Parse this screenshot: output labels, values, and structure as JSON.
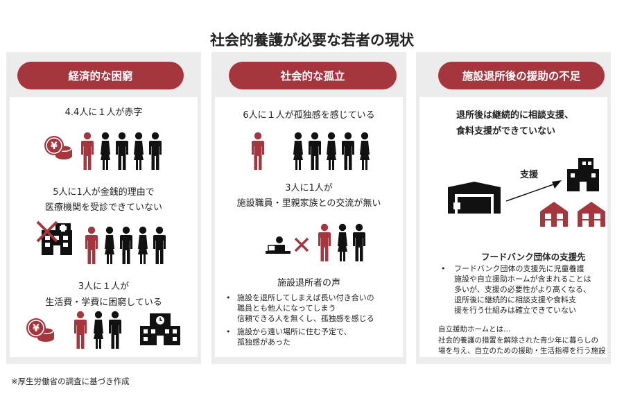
{
  "title": "社会的養護が必要な若者の現状",
  "colors": {
    "accent": "#a5363e",
    "dark": "#111111",
    "panel_bg": "#ececec"
  },
  "col1": {
    "header": "経済的な困窮",
    "stat1": "4.4人に１人が赤字",
    "stat2_line1": "5人に1人が金銭的理由で",
    "stat2_line2": "医療機関を受診できていない",
    "stat3_line1": "3人に１人が",
    "stat3_line2": "生活費・学費に困窮している"
  },
  "col2": {
    "header": "社会的な孤立",
    "stat1": "6人に１人が孤独感を感じている",
    "stat2_line1": "3人に1人が",
    "stat2_line2": "施設職員・里親家族との交流が無い",
    "voices_title": "施設退所者の声",
    "voices": [
      [
        "施設を退所してしまえば長い付き合いの",
        "職員とも他人になってしまう",
        "信頼できる人を無くし、孤独感を感じる"
      ],
      [
        "施設から遠い場所に住む予定で、",
        "孤独感があった"
      ]
    ]
  },
  "col3": {
    "header": "施設退所後の援助の不足",
    "lead_line1": "退所後は継続的に相談支援、",
    "lead_line2": "食料支援ができていない",
    "arrow_label": "支援",
    "foodbank_title": "フードバンク団体の支援先",
    "foodbank_lines": [
      "フードバンク団体の支援先に児童養護",
      "施設や自立援助ホームが含まれることは",
      "多いが、支援の必要性がより高くなる、",
      "退所後に継続的に相談支援や食料支",
      "援を行う仕組みは確立できていない"
    ],
    "note_line1": "自立援助ホームとは…",
    "note_line2": "社会的養護の措置を解除された青少年に暮らしの",
    "note_line3": "場を与え、自立のための援助・生活指導を行う施設"
  },
  "footnote": "※厚生労働省の調査に基づき作成"
}
